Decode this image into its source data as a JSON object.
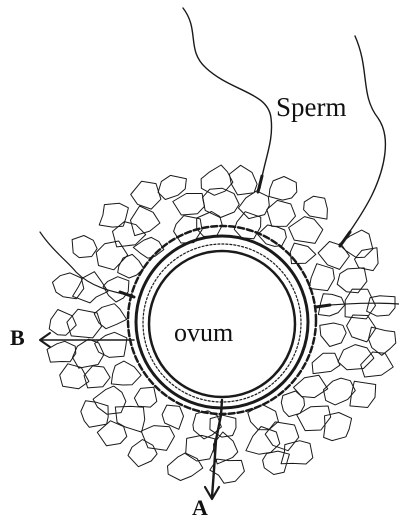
{
  "diagram": {
    "labels": {
      "sperm": "Sperm",
      "ovum": "ovum",
      "pointer_b": "B",
      "pointer_a": "A"
    },
    "colors": {
      "ink": "#1a1a1a",
      "background": "#ffffff"
    }
  }
}
